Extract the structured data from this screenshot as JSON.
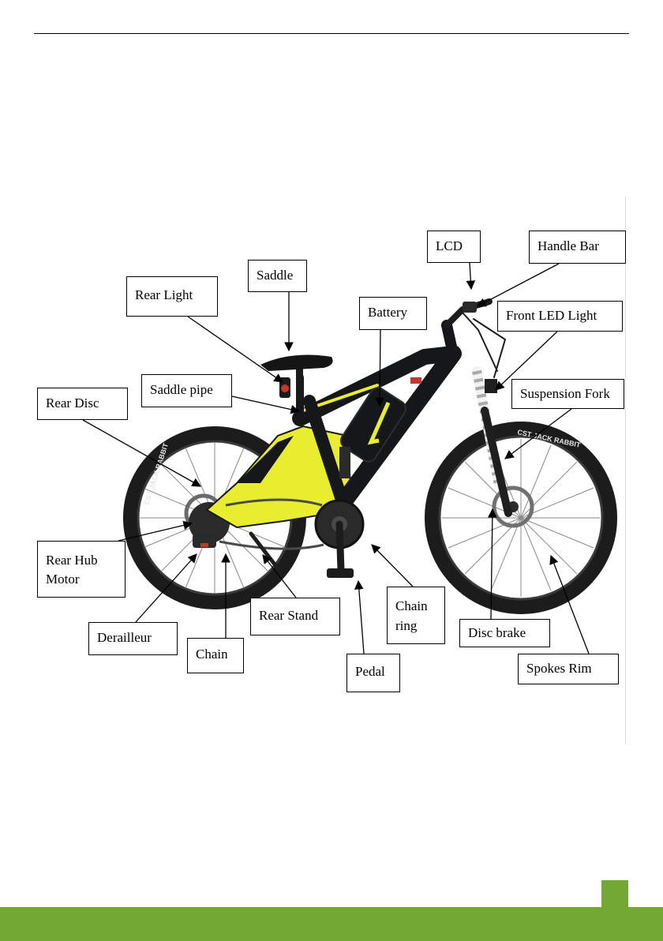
{
  "colors": {
    "footer_bar": "#72a833",
    "frame_black": "#16171a",
    "frame_accent": "#e8ee2f",
    "tire": "#1c1c1c"
  },
  "diagram": {
    "subject": "electric mountain bike",
    "printed_text": {
      "tire_sidewall": "CST JACK RABBIT"
    },
    "labels": [
      {
        "id": "lcd",
        "text": "LCD"
      },
      {
        "id": "handle-bar",
        "text": "Handle Bar"
      },
      {
        "id": "saddle",
        "text": "Saddle"
      },
      {
        "id": "rear-light",
        "text": "Rear Light"
      },
      {
        "id": "battery",
        "text": "Battery"
      },
      {
        "id": "front-led-light",
        "text": "Front LED Light"
      },
      {
        "id": "saddle-pipe",
        "text": "Saddle pipe"
      },
      {
        "id": "suspension-fork",
        "text": "Suspension Fork"
      },
      {
        "id": "rear-disc",
        "text": "Rear Disc"
      },
      {
        "id": "rear-hub-motor",
        "text": "Rear Hub\nMotor"
      },
      {
        "id": "rear-stand",
        "text": "Rear Stand"
      },
      {
        "id": "chain-ring",
        "text": "Chain\nring"
      },
      {
        "id": "derailleur",
        "text": "Derailleur"
      },
      {
        "id": "disc-brake",
        "text": "Disc brake"
      },
      {
        "id": "chain",
        "text": "Chain"
      },
      {
        "id": "spokes-rim",
        "text": "Spokes Rim"
      },
      {
        "id": "pedal",
        "text": "Pedal"
      }
    ]
  }
}
